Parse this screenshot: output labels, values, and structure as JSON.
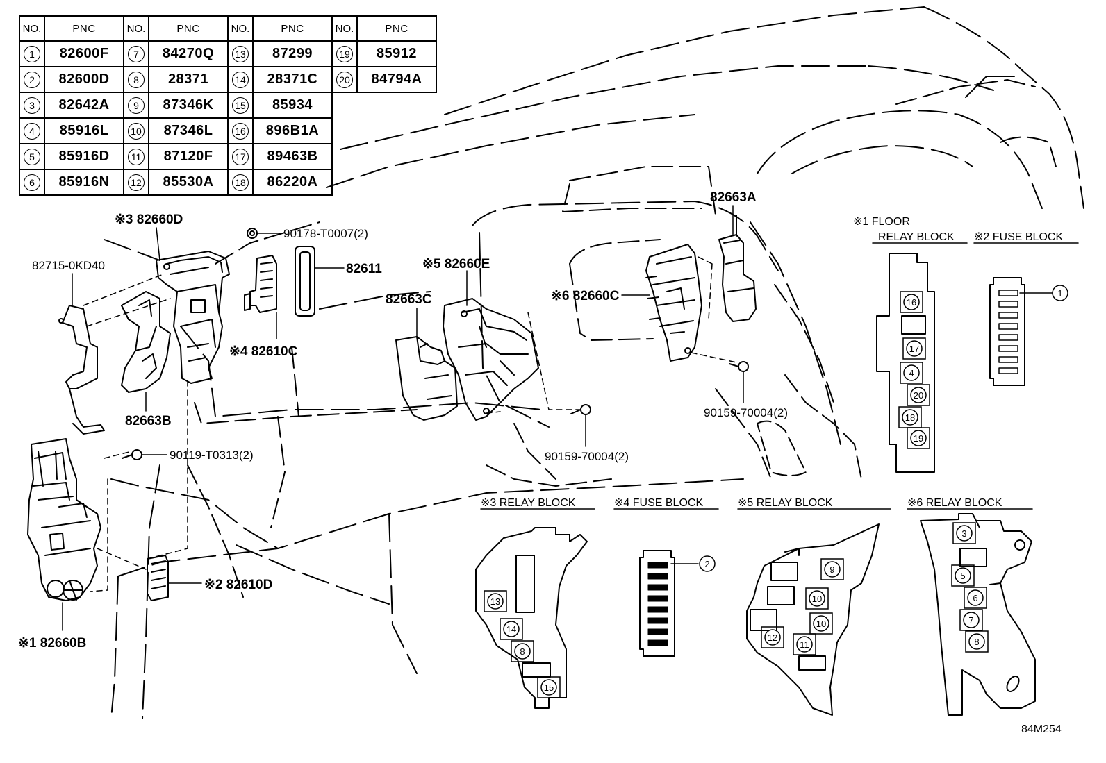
{
  "table": {
    "headers": [
      "NO.",
      "PNC",
      "NO.",
      "PNC",
      "NO.",
      "PNC",
      "NO.",
      "PNC"
    ],
    "rows": [
      [
        {
          "no": "1",
          "pnc": "82600F"
        },
        {
          "no": "7",
          "pnc": "84270Q"
        },
        {
          "no": "13",
          "pnc": "87299"
        },
        {
          "no": "19",
          "pnc": "85912"
        }
      ],
      [
        {
          "no": "2",
          "pnc": "82600D"
        },
        {
          "no": "8",
          "pnc": "28371"
        },
        {
          "no": "14",
          "pnc": "28371C"
        },
        {
          "no": "20",
          "pnc": "84794A"
        }
      ],
      [
        {
          "no": "3",
          "pnc": "82642A"
        },
        {
          "no": "9",
          "pnc": "87346K"
        },
        {
          "no": "15",
          "pnc": "85934"
        },
        null
      ],
      [
        {
          "no": "4",
          "pnc": "85916L"
        },
        {
          "no": "10",
          "pnc": "87346L"
        },
        {
          "no": "16",
          "pnc": "896B1A"
        },
        null
      ],
      [
        {
          "no": "5",
          "pnc": "85916D"
        },
        {
          "no": "11",
          "pnc": "87120F"
        },
        {
          "no": "17",
          "pnc": "89463B"
        },
        null
      ],
      [
        {
          "no": "6",
          "pnc": "85916N"
        },
        {
          "no": "12",
          "pnc": "85530A"
        },
        {
          "no": "18",
          "pnc": "86220A"
        },
        null
      ]
    ]
  },
  "labels": {
    "p82660D": "※3 82660D",
    "p82715": "82715-0KD40",
    "p90178": "90178-T0007(2)",
    "p82611": "82611",
    "p82660E": "※5 82660E",
    "p82663C": "82663C",
    "p82663A": "82663A",
    "p82660C": "※6 82660C",
    "p82610C": "※4 82610C",
    "p82663B": "82663B",
    "p90119": "90119-T0313(2)",
    "p90159a": "90159-70004(2)",
    "p90159b": "90159-70004(2)",
    "p82610D": "※2 82610D",
    "p82660B": "※1 82660B"
  },
  "blocks": {
    "floor_relay_1": "※1 FLOOR",
    "floor_relay_2": "RELAY BLOCK",
    "fuse2": "※2 FUSE BLOCK",
    "relay3": "※3 RELAY BLOCK",
    "fuse4": "※4 FUSE BLOCK",
    "relay5": "※5 RELAY BLOCK",
    "relay6": "※6 RELAY BLOCK"
  },
  "callouts": {
    "floor": [
      "16",
      "17",
      "4",
      "20",
      "18",
      "19"
    ],
    "fuse2": "1",
    "fuse4": "2",
    "relay3": [
      "13",
      "14",
      "8",
      "15"
    ],
    "relay5": [
      "9",
      "10",
      "10",
      "12",
      "11"
    ],
    "relay6": [
      "3",
      "5",
      "6",
      "7",
      "8"
    ]
  },
  "drawing_code": "84M254"
}
